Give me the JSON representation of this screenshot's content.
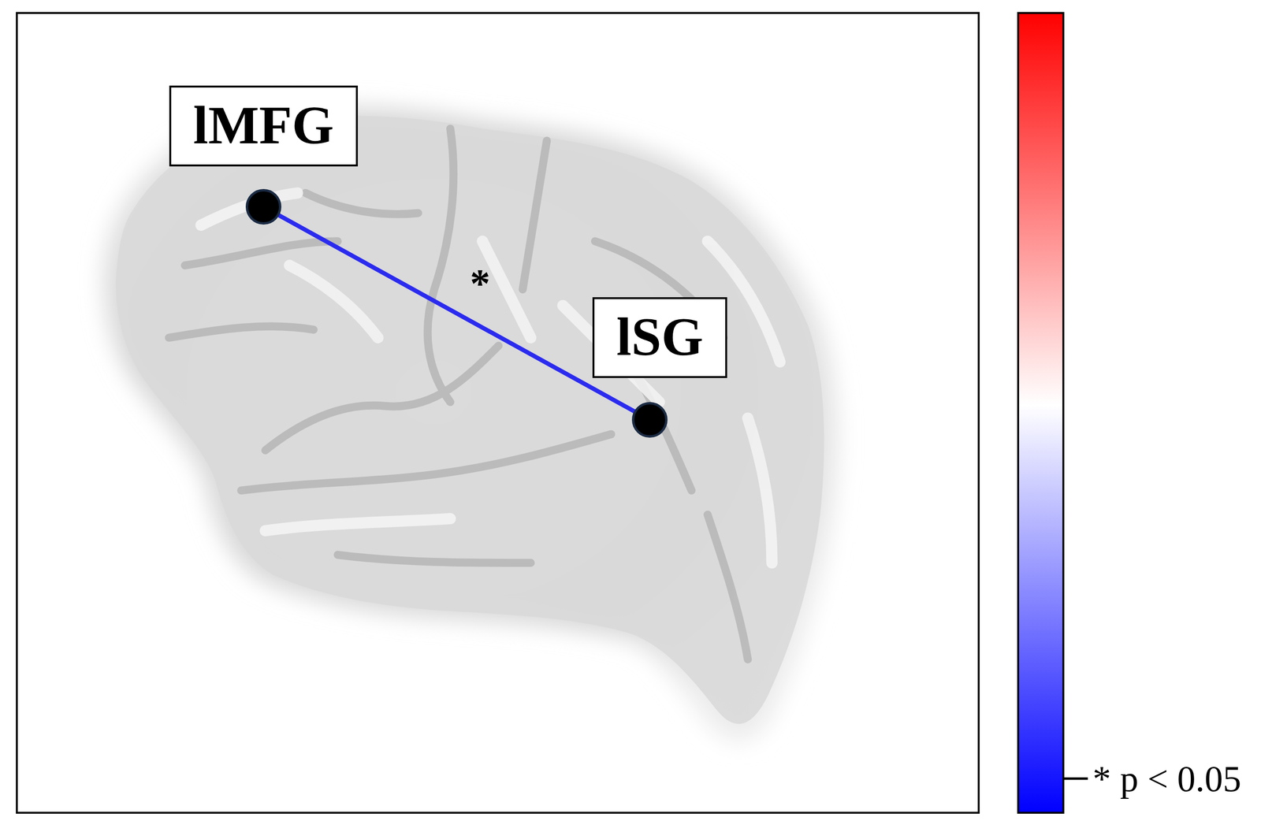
{
  "diagram": {
    "nodes": [
      {
        "text": [
          "lMFG"
        ]
      },
      {
        "text": [
          "lSG"
        ]
      }
    ],
    "edges": [
      {
        "from": 0,
        "to": 1,
        "arrow": "none",
        "label": "*"
      }
    ],
    "labels": [
      "* p < 0.05"
    ]
  }
}
